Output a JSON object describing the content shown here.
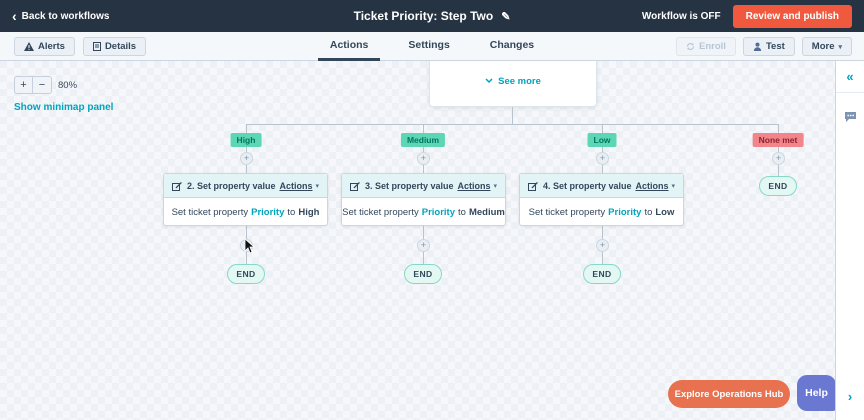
{
  "topbar": {
    "back_label": "Back to workflows",
    "title": "Ticket Priority: Step Two",
    "workflow_status": "Workflow is OFF",
    "publish_label": "Review and publish"
  },
  "toolbar": {
    "alerts_label": "Alerts",
    "details_label": "Details",
    "tabs": {
      "actions": "Actions",
      "settings": "Settings",
      "changes": "Changes"
    },
    "enroll_label": "Enroll",
    "test_label": "Test",
    "more_label": "More"
  },
  "canvas": {
    "zoom_in_label": "+",
    "zoom_out_label": "−",
    "zoom_level": "80%",
    "minimap_label": "Show minimap panel",
    "see_more_label": "See more",
    "plus_label": "+",
    "end_label": "END",
    "branches": {
      "high": "High",
      "medium": "Medium",
      "low": "Low",
      "none": "None met"
    },
    "cards": [
      {
        "title": "2. Set property value",
        "menu": "Actions",
        "prefix": "Set ticket property",
        "property": "Priority",
        "mid": "to",
        "value": "High"
      },
      {
        "title": "3. Set property value",
        "menu": "Actions",
        "prefix": "Set ticket property",
        "property": "Priority",
        "mid": "to",
        "value": "Medium"
      },
      {
        "title": "4. Set property value",
        "menu": "Actions",
        "prefix": "Set ticket property",
        "property": "Priority",
        "mid": "to",
        "value": "Low"
      }
    ]
  },
  "widgets": {
    "explore_label": "Explore Operations Hub",
    "help_label": "Help"
  },
  "colors": {
    "topbar_bg": "#253342",
    "publish_orange": "#f0593e",
    "explore_orange": "#e8724f",
    "help_purple": "#6a78d1",
    "link_teal": "#00a4bd",
    "branch_green_bg": "#5cd6b4",
    "branch_green_text": "#00755c",
    "branch_red_bg": "#f2848c",
    "branch_red_text": "#8c222c",
    "card_header_bg": "#e3f4f6",
    "end_pill_bg": "#e3f7f3"
  }
}
